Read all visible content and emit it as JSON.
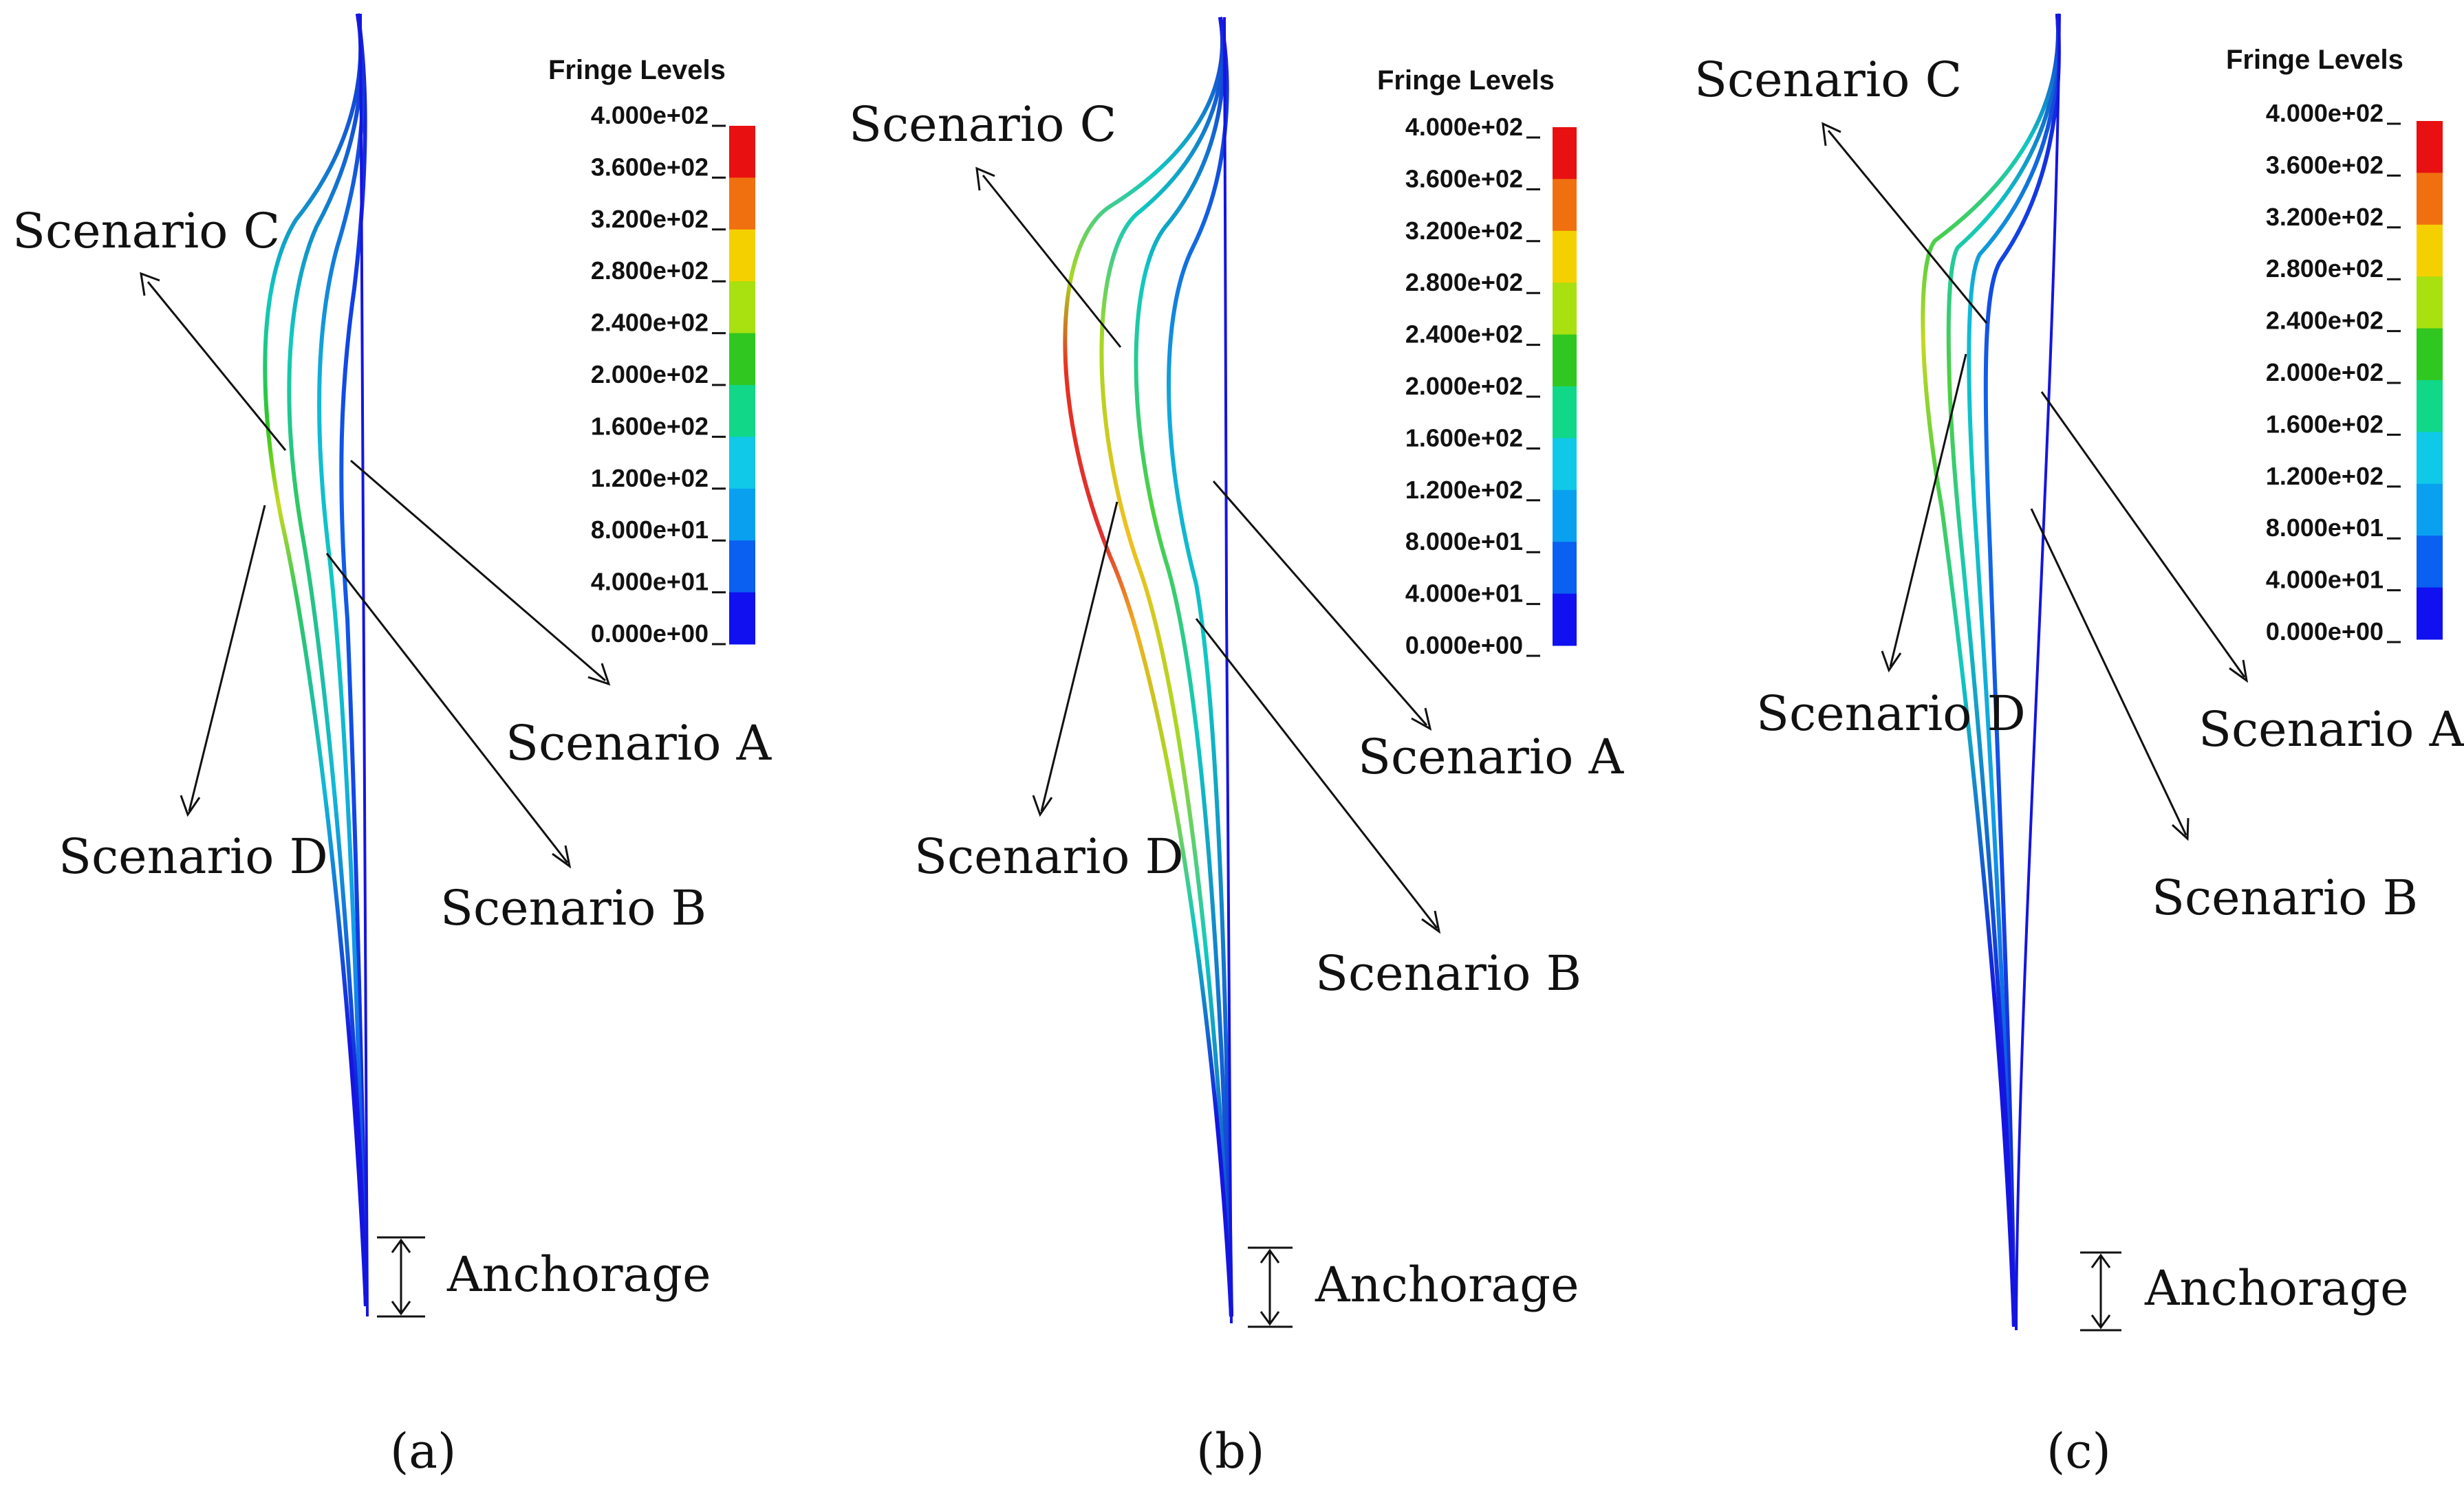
{
  "legend": {
    "title": "Fringe Levels",
    "ticks": [
      "4.000e+02",
      "3.600e+02",
      "3.200e+02",
      "2.800e+02",
      "2.400e+02",
      "2.000e+02",
      "1.600e+02",
      "1.200e+02",
      "8.000e+01",
      "4.000e+01",
      "0.000e+00"
    ],
    "colors": [
      "#e81010",
      "#f07010",
      "#f5d000",
      "#a8e010",
      "#30c820",
      "#10d888",
      "#10c8e8",
      "#0aa0f0",
      "#0a60f0",
      "#1010f0"
    ]
  },
  "panels": [
    {
      "caption": "(a)",
      "labels": {
        "scenario_a": "Scenario A",
        "scenario_b": "Scenario B",
        "scenario_c": "Scenario C",
        "scenario_d": "Scenario D",
        "anchorage": "Anchorage"
      }
    },
    {
      "caption": "(b)",
      "labels": {
        "scenario_a": "Scenario A",
        "scenario_b": "Scenario B",
        "scenario_c": "Scenario C",
        "scenario_d": "Scenario D",
        "anchorage": "Anchorage"
      }
    },
    {
      "caption": "(c)",
      "labels": {
        "scenario_a": "Scenario A",
        "scenario_b": "Scenario B",
        "scenario_c": "Scenario C",
        "scenario_d": "Scenario D",
        "anchorage": "Anchorage"
      }
    }
  ]
}
